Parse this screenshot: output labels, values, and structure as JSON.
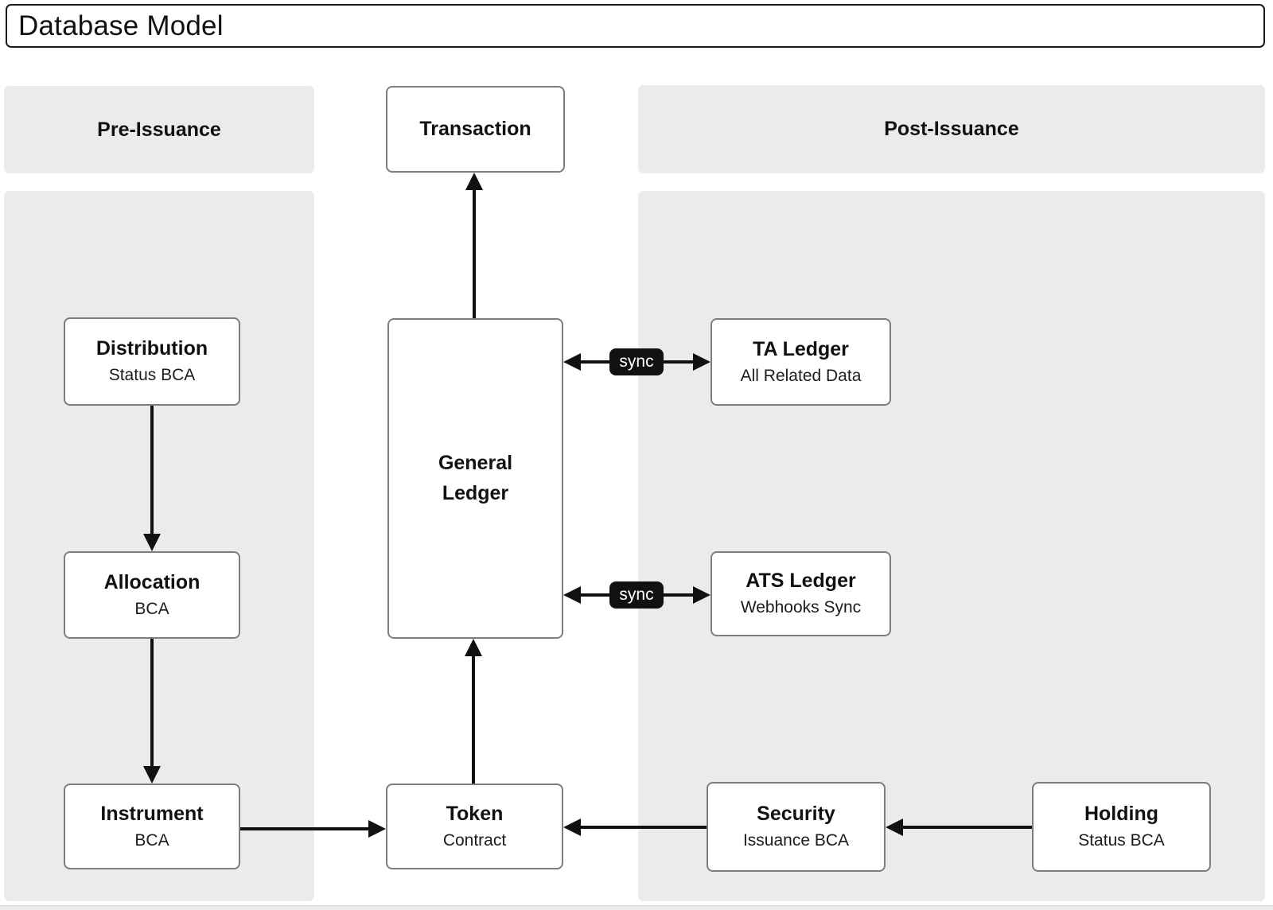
{
  "title": "Database Model",
  "panels": {
    "pre_issuance": {
      "label": "Pre-Issuance"
    },
    "post_issuance": {
      "label": "Post-Issuance"
    }
  },
  "nodes": {
    "transaction": {
      "title": "Transaction"
    },
    "distribution": {
      "title": "Distribution",
      "subtitle": "Status BCA"
    },
    "allocation": {
      "title": "Allocation",
      "subtitle": "BCA"
    },
    "instrument": {
      "title": "Instrument",
      "subtitle": "BCA"
    },
    "general_ledger": {
      "line1": "General",
      "line2": "Ledger"
    },
    "token": {
      "title": "Token",
      "subtitle": "Contract"
    },
    "ta_ledger": {
      "title": "TA Ledger",
      "subtitle": "All Related Data"
    },
    "ats_ledger": {
      "title": "ATS Ledger",
      "subtitle": "Webhooks Sync"
    },
    "security": {
      "title": "Security",
      "subtitle": "Issuance BCA"
    },
    "holding": {
      "title": "Holding",
      "subtitle": "Status BCA"
    }
  },
  "badges": {
    "sync_top": "sync",
    "sync_bottom": "sync"
  },
  "colors": {
    "panel_bg": "#ebebeb",
    "node_bg": "#ffffff",
    "node_border": "#7d7d7d",
    "arrow": "#111111",
    "badge_bg": "#111111",
    "badge_text": "#ffffff",
    "title_border": "#1a1a1a"
  }
}
